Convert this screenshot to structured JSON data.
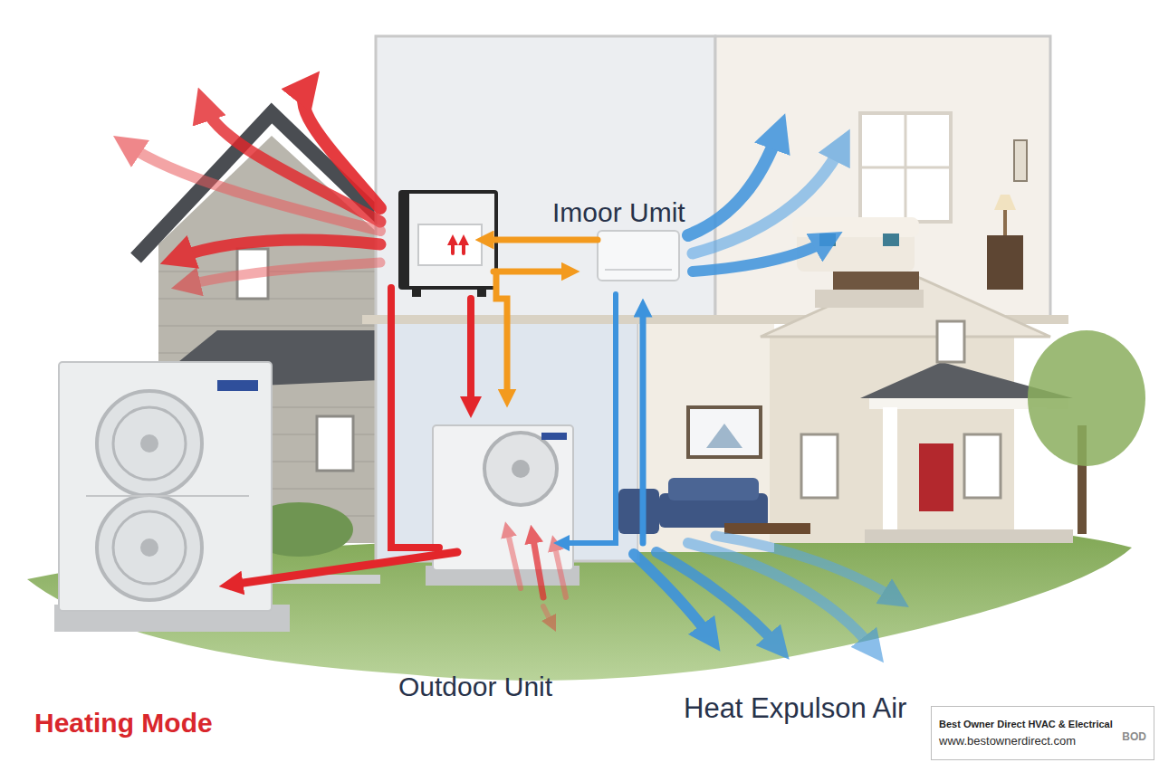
{
  "diagram": {
    "nodes": [
      {
        "text": [
          "Best Owner Direct HVAC & Electrical",
          "www.bestownerdirect.com",
          "BOD"
        ]
      }
    ],
    "labels": [
      "Imoor Umit",
      "Outdoor Unit",
      "Heat Expulson Air",
      "Heating Mode"
    ]
  }
}
